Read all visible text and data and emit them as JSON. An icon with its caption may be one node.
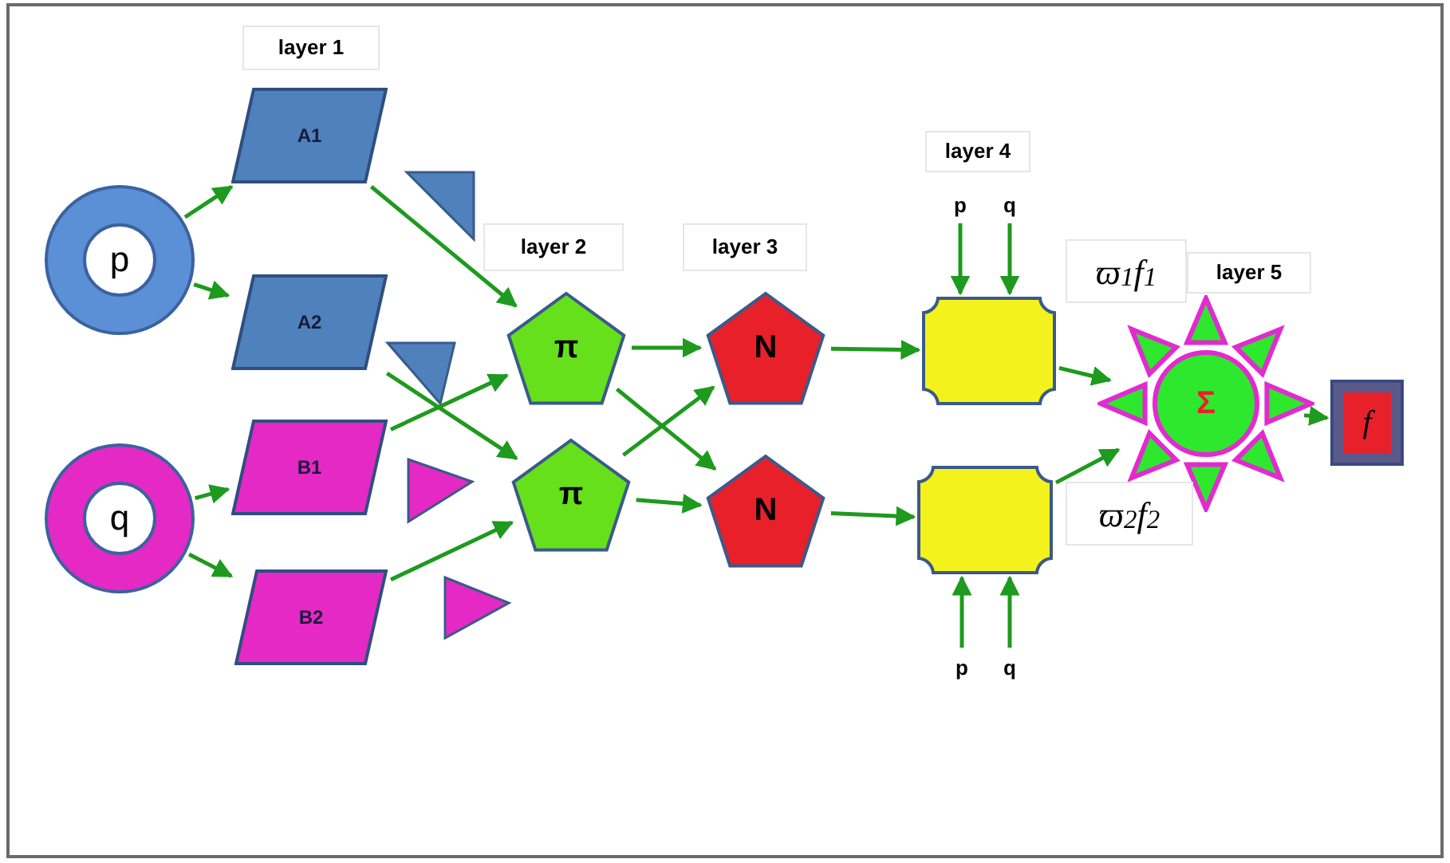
{
  "diagram": {
    "nodes": [
      {
        "text": [
          "p"
        ]
      },
      {
        "text": [
          "A1"
        ]
      },
      {
        "text": [
          "A2"
        ]
      },
      {
        "text": [
          "q"
        ]
      },
      {
        "text": [
          "B1"
        ]
      },
      {
        "text": [
          "B2"
        ]
      },
      {
        "text": [
          "π"
        ]
      },
      {
        "text": [
          "π"
        ]
      },
      {
        "text": [
          "N"
        ]
      },
      {
        "text": [
          "N"
        ]
      },
      {
        "text": [],
        "shape": "box"
      },
      {
        "text": [],
        "shape": "box"
      },
      {
        "text": [
          "Σ"
        ]
      },
      {
        "text": [
          "f"
        ]
      },
      {
        "text": [
          "p"
        ]
      },
      {
        "text": [
          "q"
        ]
      },
      {
        "text": [
          "p"
        ]
      },
      {
        "text": [
          "q"
        ]
      }
    ],
    "edges": [
      {
        "from": 0,
        "to": 1,
        "arrow": "to"
      },
      {
        "from": 0,
        "to": 2,
        "arrow": "to"
      },
      {
        "from": 3,
        "to": 4,
        "arrow": "to"
      },
      {
        "from": 3,
        "to": 5,
        "arrow": "to"
      },
      {
        "from": 1,
        "to": 6,
        "arrow": "to"
      },
      {
        "from": 2,
        "to": 7,
        "arrow": "to"
      },
      {
        "from": 4,
        "to": 6,
        "arrow": "to"
      },
      {
        "from": 5,
        "to": 7,
        "arrow": "to"
      },
      {
        "from": 6,
        "to": 8,
        "arrow": "to"
      },
      {
        "from": 6,
        "to": 9,
        "arrow": "to"
      },
      {
        "from": 7,
        "to": 8,
        "arrow": "to"
      },
      {
        "from": 7,
        "to": 9,
        "arrow": "to"
      },
      {
        "from": 8,
        "to": 10,
        "arrow": "to"
      },
      {
        "from": 9,
        "to": 11,
        "arrow": "to"
      },
      {
        "from": 10,
        "to": 12,
        "arrow": "to"
      },
      {
        "from": 11,
        "to": 12,
        "arrow": "to"
      },
      {
        "from": 12,
        "to": 13,
        "arrow": "to"
      },
      {
        "from": 14,
        "to": 10,
        "arrow": "to"
      },
      {
        "from": 15,
        "to": 10,
        "arrow": "to"
      },
      {
        "from": 16,
        "to": 11,
        "arrow": "to"
      },
      {
        "from": 17,
        "to": 11,
        "arrow": "to"
      }
    ],
    "labels": [
      "layer 1",
      "layer 2",
      "layer 3",
      "layer 4",
      "layer 5",
      "ϖ$_{1}$f$_{1}$",
      "ϖ$_{2}$f$_{2}$"
    ]
  }
}
